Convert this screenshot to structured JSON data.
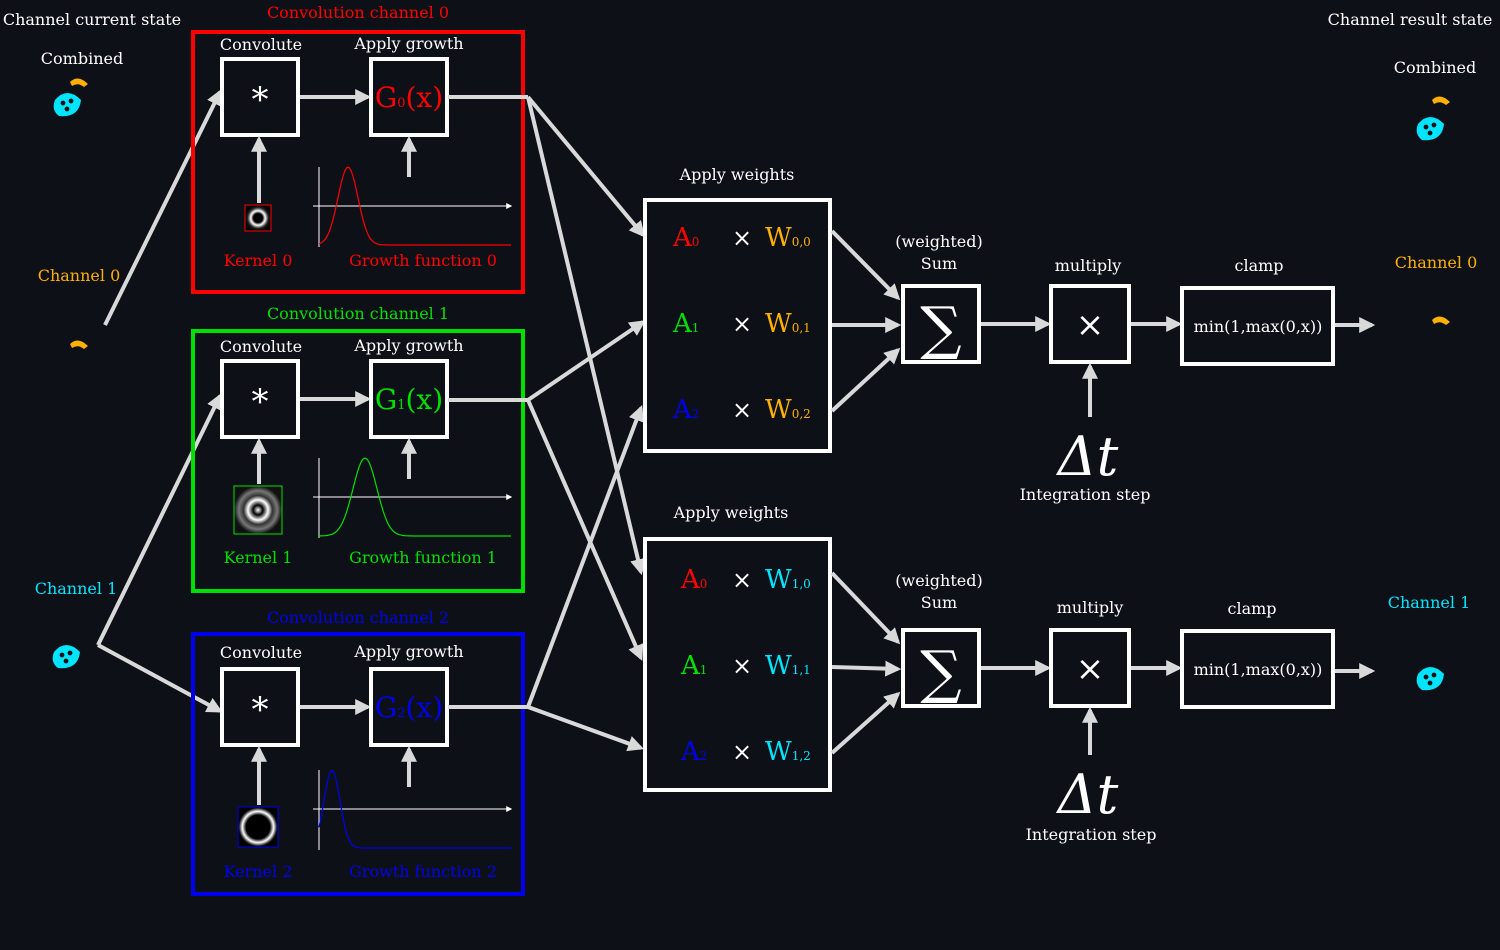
{
  "headers": {
    "current_state": "Channel current state",
    "result_state": "Channel result state",
    "combined_left": "Combined",
    "combined_right": "Combined"
  },
  "inputs": {
    "channel0": "Channel 0",
    "channel1": "Channel 1"
  },
  "outputs": {
    "channel0": "Channel 0",
    "channel1": "Channel 1"
  },
  "conv_channels": [
    {
      "title": "Convolution channel 0",
      "convolute": "Convolute",
      "apply_growth": "Apply growth",
      "operator": "*",
      "growth_base": "G",
      "growth_sub": "0",
      "growth_arg": "(x)",
      "kernel": "Kernel 0",
      "growth_fn": "Growth function 0",
      "color": "#ff0000"
    },
    {
      "title": "Convolution channel 1",
      "convolute": "Convolute",
      "apply_growth": "Apply growth",
      "operator": "*",
      "growth_base": "G",
      "growth_sub": "1",
      "growth_arg": "(x)",
      "kernel": "Kernel 1",
      "growth_fn": "Growth function 1",
      "color": "#00e000"
    },
    {
      "title": "Convolution channel 2",
      "convolute": "Convolute",
      "apply_growth": "Apply growth",
      "operator": "*",
      "growth_base": "G",
      "growth_sub": "2",
      "growth_arg": "(x)",
      "kernel": "Kernel 2",
      "growth_fn": "Growth function 2",
      "color": "#0000ee"
    }
  ],
  "weight_blocks": [
    {
      "title": "Apply weights",
      "rows": [
        {
          "a": "A",
          "a_sub": "0",
          "times": "×",
          "w": "W",
          "w_sub": "0,0"
        },
        {
          "a": "A",
          "a_sub": "1",
          "times": "×",
          "w": "W",
          "w_sub": "0,1"
        },
        {
          "a": "A",
          "a_sub": "2",
          "times": "×",
          "w": "W",
          "w_sub": "0,2"
        }
      ]
    },
    {
      "title": "Apply weights",
      "rows": [
        {
          "a": "A",
          "a_sub": "0",
          "times": "×",
          "w": "W",
          "w_sub": "1,0"
        },
        {
          "a": "A",
          "a_sub": "1",
          "times": "×",
          "w": "W",
          "w_sub": "1,1"
        },
        {
          "a": "A",
          "a_sub": "2",
          "times": "×",
          "w": "W",
          "w_sub": "1,2"
        }
      ]
    }
  ],
  "sum_blocks": [
    {
      "label_top": "(weighted)",
      "label_bottom": "Sum",
      "symbol": "∑"
    },
    {
      "label_top": "(weighted)",
      "label_bottom": "Sum",
      "symbol": "∑"
    }
  ],
  "multiply_blocks": [
    {
      "label": "multiply",
      "symbol": "×",
      "delta": "Δt",
      "step": "Integration step"
    },
    {
      "label": "multiply",
      "symbol": "×",
      "delta": "Δt",
      "step": "Integration step"
    }
  ],
  "clamp_blocks": [
    {
      "label": "clamp",
      "formula": "min(1,max(0,x))"
    },
    {
      "label": "clamp",
      "formula": "min(1,max(0,x))"
    }
  ],
  "colors": {
    "background": "#0d1117",
    "white": "#ffffff",
    "arrow": "#d9d9d9",
    "channel0": "#ffb000",
    "channel1": "#00e5ff",
    "red": "#ff0000",
    "green": "#00e000",
    "blue": "#0000ee"
  }
}
